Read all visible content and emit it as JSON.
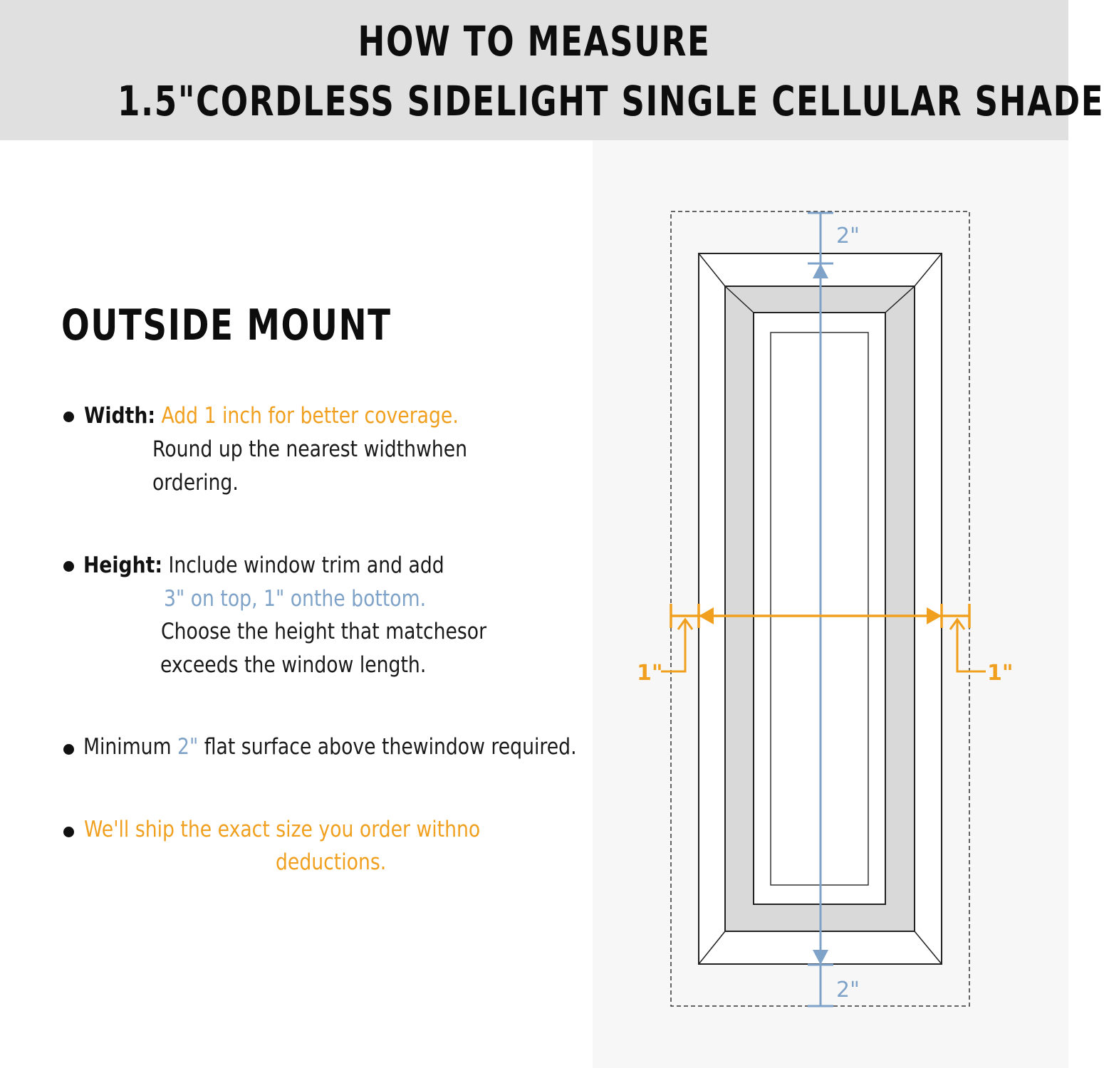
{
  "header": {
    "line1": "HOW TO MEASURE",
    "line2": "1.5\"CORDLESS SIDELIGHT SINGLE CELLULAR SHADE"
  },
  "section_title": "OUTSIDE MOUNT",
  "bullets": {
    "width": {
      "label": "Width:",
      "highlight": "Add 1 inch for better coverage.",
      "line2": "Round up the nearest widthwhen",
      "line3": "ordering."
    },
    "height": {
      "label": "Height:",
      "text": "Include window trim and add",
      "highlight": "3\" on top, 1\" onthe bottom.",
      "line3": "Choose the height that matchesor",
      "line4": "exceeds the window length."
    },
    "minimum": {
      "pre": "Minimum",
      "highlight": "2\"",
      "post": "flat surface above thewindow required."
    },
    "ship": {
      "line1": "We'll ship the exact size you order withno",
      "line2": "deductions."
    }
  },
  "diagram": {
    "top_label": "2\"",
    "bottom_label": "2\"",
    "left_label": "1\"",
    "right_label": "1\""
  },
  "colors": {
    "header_bg": "#e0e0e0",
    "orange": "#f0a01e",
    "blue": "#7fa3c8",
    "trim_gray": "#d9d9d9"
  }
}
